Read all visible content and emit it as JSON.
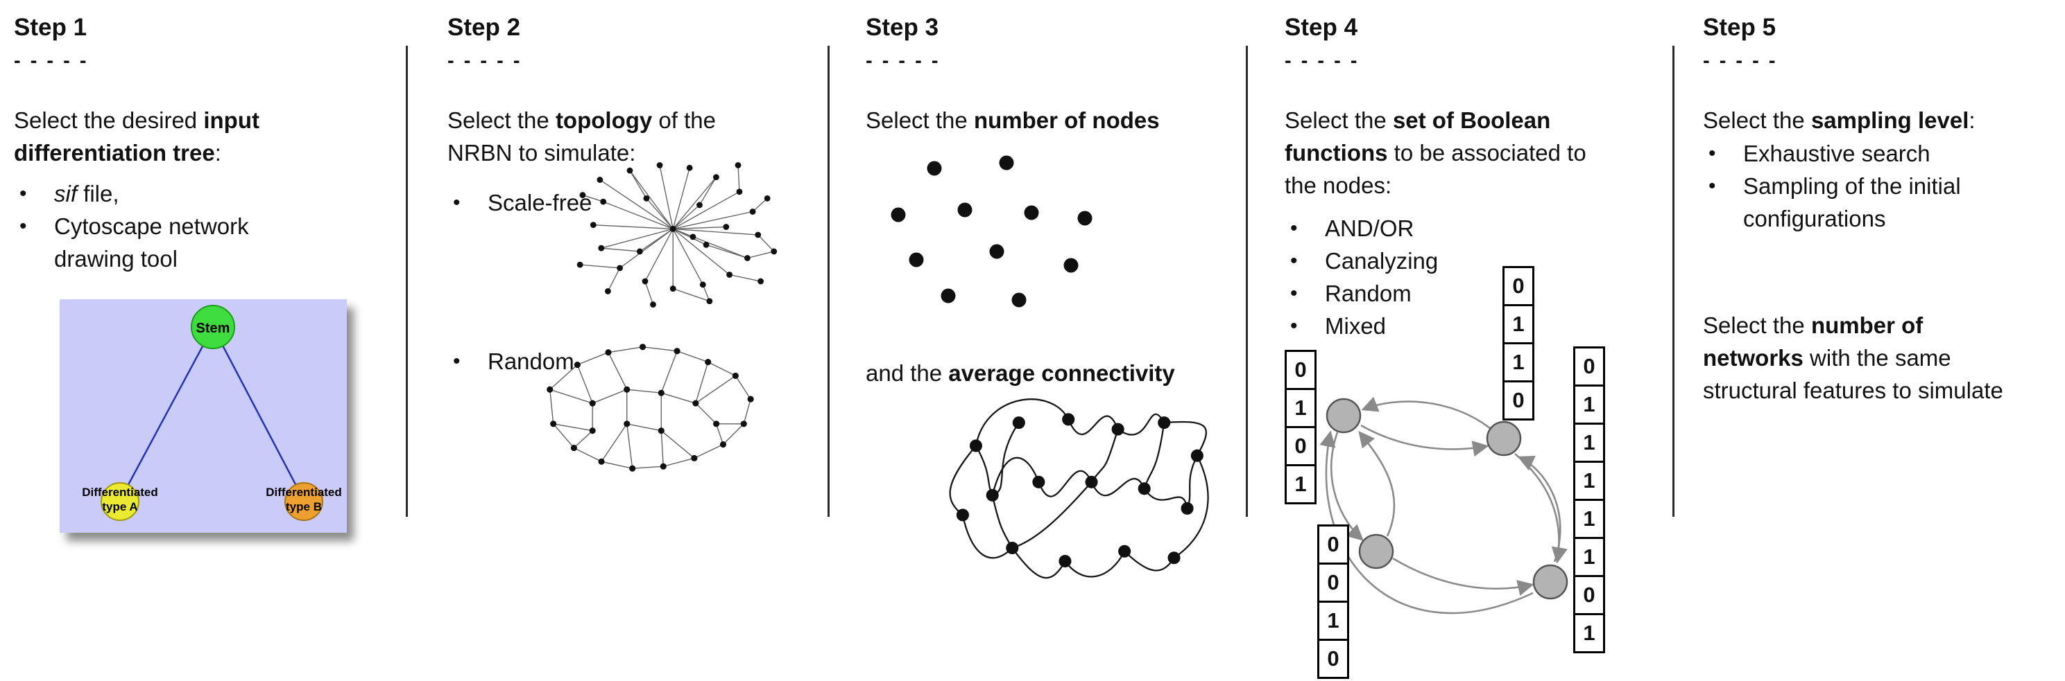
{
  "figure": {
    "divider_color": "#2b2b2b",
    "background": "#ffffff"
  },
  "steps": [
    {
      "label": "Step 1",
      "dashes": "- - - - -",
      "intro_lines": [
        [
          "Select the desired ",
          "input"
        ],
        [
          "differentiation tree",
          ":"
        ]
      ],
      "bullet_sif_italic": "sif",
      "bullet_sif_rest": " file,",
      "bullet_cytoscape_l1": "Cytoscape network",
      "bullet_cytoscape_l2": "drawing tool",
      "tree": {
        "root_label": "Stem",
        "root_color": "#3fdc3f",
        "leaf_a_l1": "Differentiated",
        "leaf_a_l2": "type A",
        "leaf_a_color": "#ece932",
        "leaf_b_l1": "Differentiated",
        "leaf_b_l2": "type B",
        "leaf_b_color": "#eda02f",
        "edge_color": "#2233bb",
        "panel_color": "#cbcbf9"
      }
    },
    {
      "label": "Step 2",
      "dashes": "- - - - -",
      "intro_lines": [
        [
          "Select the ",
          "topology",
          " of the"
        ],
        [
          "NRBN to simulate:"
        ]
      ],
      "bullets": [
        "Scale-free",
        "Random"
      ]
    },
    {
      "label": "Step 3",
      "dashes": "- - - - -",
      "line1": [
        "Select the ",
        "number of nodes"
      ],
      "line2": [
        "and the ",
        "average connectivity"
      ]
    },
    {
      "label": "Step 4",
      "dashes": "- - - - -",
      "intro_lines": [
        [
          "Select the ",
          "set of Boolean"
        ],
        [
          "functions",
          " to be associated to"
        ],
        [
          "the nodes:"
        ]
      ],
      "bullets": [
        "AND/OR",
        "Canalyzing",
        "Random",
        "Mixed"
      ],
      "tables": {
        "top": [
          "0",
          "1",
          "1",
          "0"
        ],
        "left": [
          "0",
          "1",
          "0",
          "1"
        ],
        "bottom": [
          "0",
          "0",
          "1",
          "0"
        ],
        "right": [
          "0",
          "1",
          "1",
          "1",
          "1",
          "1",
          "0",
          "1"
        ]
      },
      "node_color": "#b3b3b3",
      "edge_color": "#8a8a8a"
    },
    {
      "label": "Step 5",
      "dashes": "- - - - -",
      "intro_lines": [
        [
          "Select the ",
          "sampling level",
          ":"
        ]
      ],
      "bullets_l1": "Exhaustive search",
      "bullets_l2a": "Sampling of the initial",
      "bullets_l2b": "configurations",
      "second_lines": [
        [
          "Select the ",
          "number of"
        ],
        [
          "networks",
          " with the same"
        ],
        [
          "structural features to simulate"
        ]
      ]
    }
  ]
}
